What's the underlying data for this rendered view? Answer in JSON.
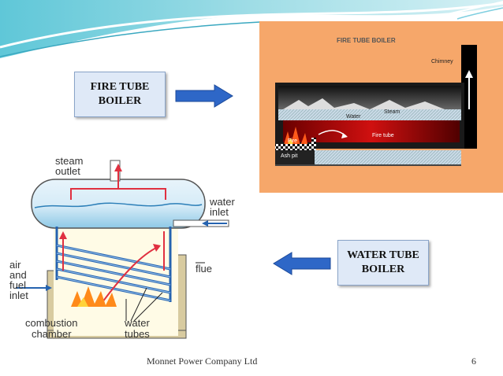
{
  "slide": {
    "fire_label_line1": "FIRE TUBE",
    "fire_label_line2": "BOILER",
    "water_label_line1": "WATER TUBE",
    "water_label_line2": "BOILER",
    "footer_company": "Monnet Power Company Ltd",
    "page_number": "6",
    "accent_arrow_color": "#2e67c7"
  },
  "fire_tube_diagram": {
    "title": "FIRE TUBE BOILER",
    "chimney": "Chimney",
    "steam": "Steam",
    "water": "Water",
    "fire": "Fire",
    "fire_tube": "Fire tube",
    "ash_pit": "Ash pit"
  },
  "water_tube_diagram": {
    "steam_outlet_1": "steam",
    "steam_outlet_2": "outlet",
    "water_inlet_1": "water",
    "water_inlet_2": "inlet",
    "air_1": "air",
    "air_2": "and",
    "air_3": "fuel",
    "air_4": "inlet",
    "flue": "flue",
    "combustion_1": "combustion",
    "combustion_2": "chamber",
    "tubes_1": "water",
    "tubes_2": "tubes"
  }
}
